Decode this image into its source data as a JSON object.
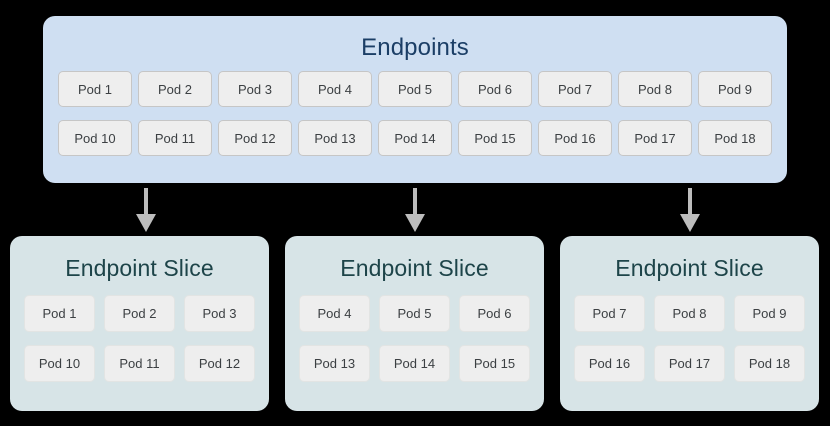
{
  "diagram": {
    "background_color": "#000000",
    "endpoints": {
      "title": "Endpoints",
      "panel_color": "#cfdff2",
      "title_color": "#1b3e66",
      "rows": [
        [
          "Pod 1",
          "Pod 2",
          "Pod 3",
          "Pod 4",
          "Pod 5",
          "Pod 6",
          "Pod 7",
          "Pod 8",
          "Pod 9"
        ],
        [
          "Pod 10",
          "Pod 11",
          "Pod 12",
          "Pod 13",
          "Pod 14",
          "Pod 15",
          "Pod 16",
          "Pod 17",
          "Pod 18"
        ]
      ]
    },
    "arrows": [
      {
        "name": "arrow-to-slice-1",
        "direction": "down",
        "color": "#bdbdbd"
      },
      {
        "name": "arrow-to-slice-2",
        "direction": "down",
        "color": "#bdbdbd"
      },
      {
        "name": "arrow-to-slice-3",
        "direction": "down",
        "color": "#bdbdbd"
      }
    ],
    "slices": [
      {
        "title": "Endpoint Slice",
        "panel_color": "#d7e4e7",
        "title_color": "#1d4449",
        "rows": [
          [
            "Pod 1",
            "Pod 2",
            "Pod 3"
          ],
          [
            "Pod 10",
            "Pod 11",
            "Pod 12"
          ]
        ]
      },
      {
        "title": "Endpoint Slice",
        "panel_color": "#d7e4e7",
        "title_color": "#1d4449",
        "rows": [
          [
            "Pod 4",
            "Pod 5",
            "Pod 6"
          ],
          [
            "Pod 13",
            "Pod 14",
            "Pod 15"
          ]
        ]
      },
      {
        "title": "Endpoint Slice",
        "panel_color": "#d7e4e7",
        "title_color": "#1d4449",
        "rows": [
          [
            "Pod 7",
            "Pod 8",
            "Pod 9"
          ],
          [
            "Pod 16",
            "Pod 17",
            "Pod 18"
          ]
        ]
      }
    ],
    "pod_chip": {
      "fill_color": "#eeeeee",
      "border_color": "#c6c6c6",
      "text_color": "#3c4043"
    }
  }
}
